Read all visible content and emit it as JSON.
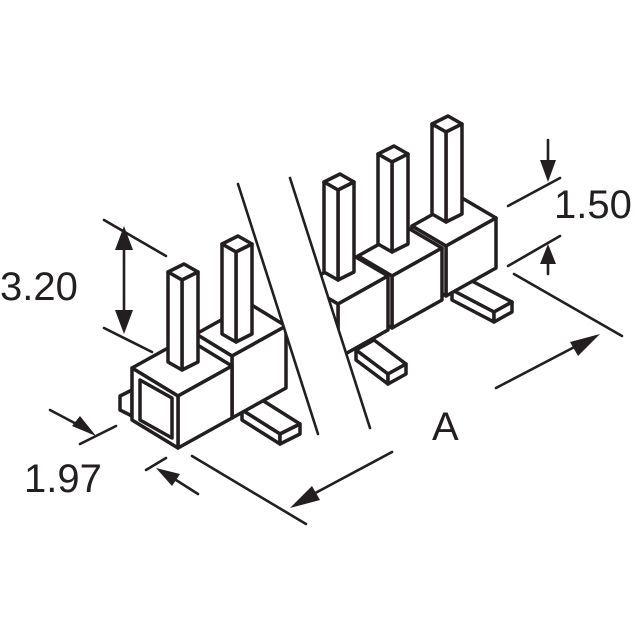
{
  "dimensions": {
    "height": "3.20",
    "pitch": "1.97",
    "tail": "1.50",
    "length": "A"
  },
  "colors": {
    "ink": "#231f20",
    "paper": "#ffffff"
  }
}
